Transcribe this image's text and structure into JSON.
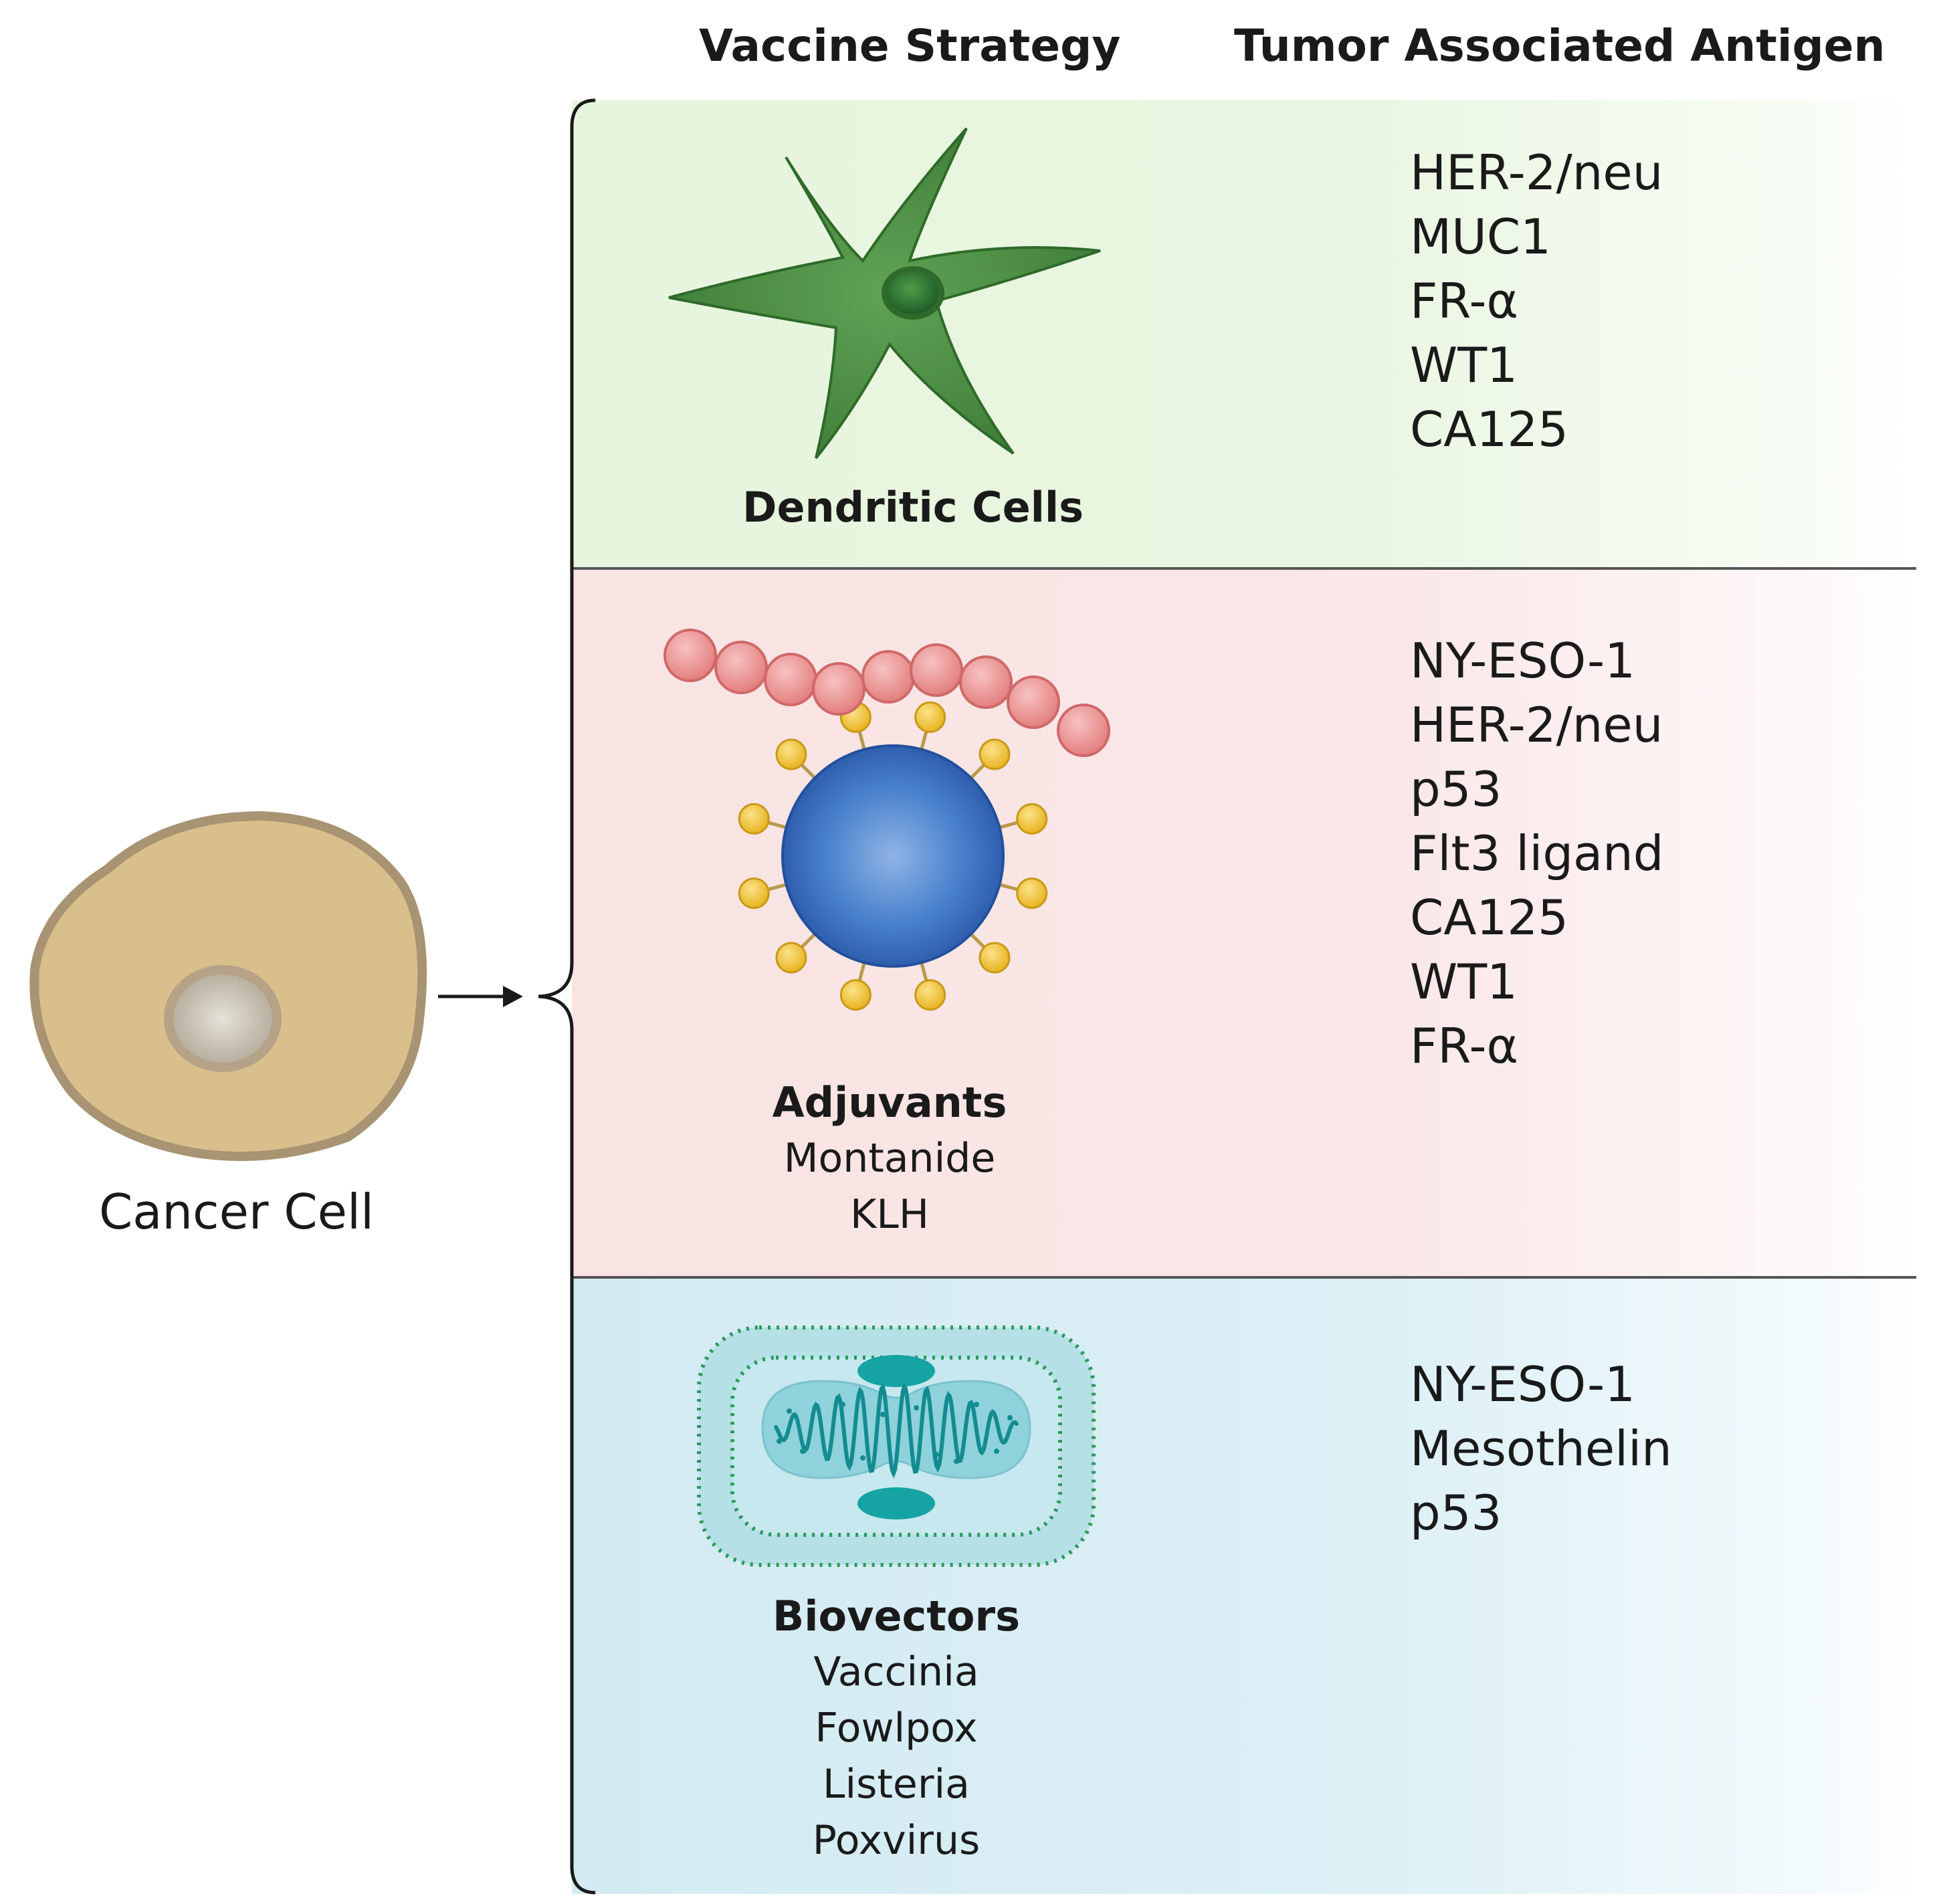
{
  "headers": {
    "vaccine_strategy": "Vaccine Strategy",
    "tumor_antigen": "Tumor Associated Antigen"
  },
  "cancer_cell": {
    "label": "Cancer Cell"
  },
  "rows": [
    {
      "strategy": "Dendritic Cells",
      "items": [],
      "antigens": [
        "HER-2/neu",
        "MUC1",
        "FR-α",
        "WT1",
        "CA125"
      ],
      "band_color": "#e6f5dd"
    },
    {
      "strategy": "Adjuvants",
      "items": [
        "Montanide",
        "KLH"
      ],
      "antigens": [
        "NY-ESO-1",
        "HER-2/neu",
        "p53",
        "Flt3 ligand",
        "CA125",
        "WT1",
        "FR-α"
      ],
      "band_color": "#f9e3e3"
    },
    {
      "strategy": "Biovectors",
      "items": [
        "Vaccinia",
        "Fowlpox",
        "Listeria",
        "Poxvirus"
      ],
      "antigens": [
        "NY-ESO-1",
        "Mesothelin",
        "p53"
      ],
      "band_color": "#d3eaf2"
    }
  ],
  "colors": {
    "dendritic_green": "#3d7a35",
    "bead_red": "#ee8b8b",
    "sphere_blue": "#2f66b8",
    "ligand_yellow": "#f2c230",
    "cell_tan": "#d9bf8c",
    "vector_teal": "#1aa6a6"
  }
}
